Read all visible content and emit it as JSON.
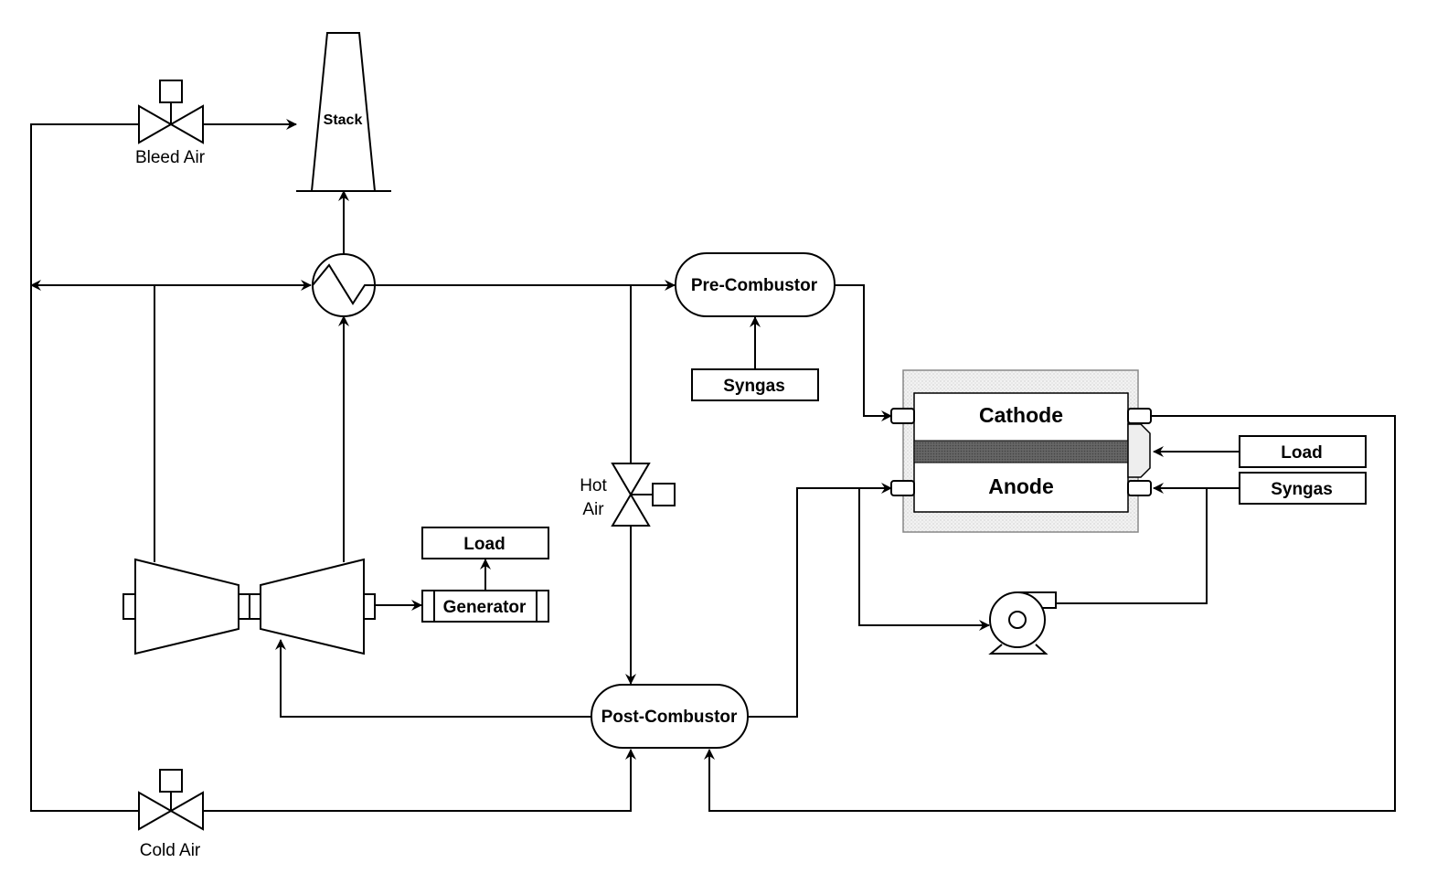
{
  "diagram": {
    "stack_label": "Stack",
    "bleed_air_label": "Bleed Air",
    "cold_air_label": "Cold Air",
    "hot_air_label_line1": "Hot",
    "hot_air_label_line2": "Air",
    "pre_combustor_label": "Pre-Combustor",
    "post_combustor_label": "Post-Combustor",
    "syngas_top_label": "Syngas",
    "syngas_right_label": "Syngas",
    "load_right_label": "Load",
    "load_generator_label": "Load",
    "generator_label": "Generator",
    "cathode_label": "Cathode",
    "anode_label": "Anode"
  }
}
